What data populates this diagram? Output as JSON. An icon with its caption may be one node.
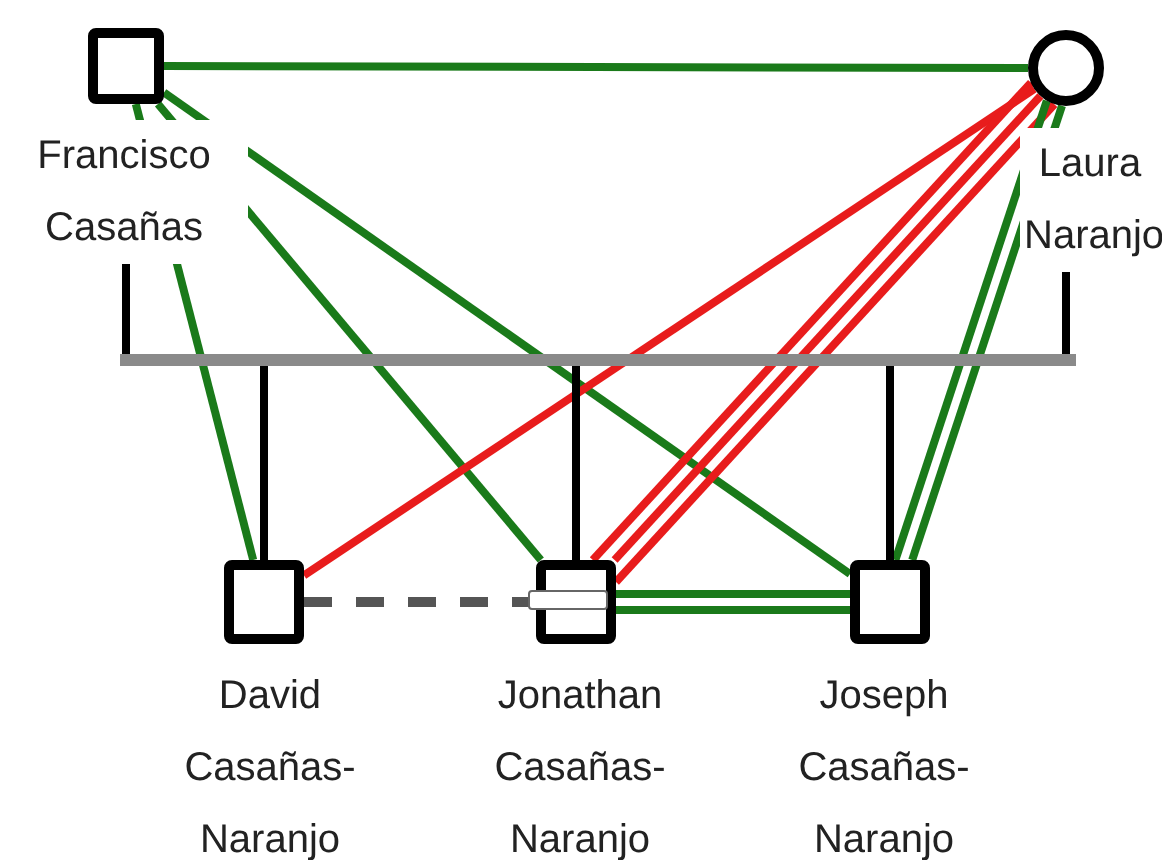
{
  "diagram": {
    "nodes": [
      {
        "text": [
          "Francisco Casañas"
        ]
      },
      {
        "text": [
          "Laura Naranjo"
        ]
      },
      {
        "text": [],
        "shape": "bar"
      },
      {
        "text": [
          "David Casañas-Naranjo"
        ]
      },
      {
        "text": [
          "Jonathan Casañas-Naranjo"
        ]
      },
      {
        "text": [
          "Joseph Casañas-Naranjo"
        ]
      }
    ],
    "edges": [
      {
        "from": 0,
        "to": 1,
        "arrow": "none"
      },
      {
        "from": 0,
        "to": 3,
        "arrow": "none"
      },
      {
        "from": 0,
        "to": 4,
        "arrow": "none"
      },
      {
        "from": 0,
        "to": 5,
        "arrow": "none"
      },
      {
        "from": 1,
        "to": 3,
        "arrow": "none",
        "color": "#e81c1c"
      },
      {
        "from": 1,
        "to": 4,
        "arrow": "none",
        "color": "#e81c1c"
      },
      {
        "from": 1,
        "to": 4,
        "arrow": "none",
        "color": "#e81c1c"
      },
      {
        "from": 1,
        "to": 4,
        "arrow": "none",
        "color": "#e81c1c"
      },
      {
        "from": 1,
        "to": 5,
        "arrow": "none"
      },
      {
        "from": 1,
        "to": 5,
        "arrow": "none"
      },
      {
        "from": 4,
        "to": 5,
        "arrow": "none"
      },
      {
        "from": 4,
        "to": 5,
        "arrow": "none"
      },
      {
        "from": 3,
        "to": 4,
        "arrow": "none",
        "style": "dashed",
        "color": "#555555"
      },
      {
        "from": 0,
        "to": 2,
        "arrow": "none",
        "color": "#000000"
      },
      {
        "from": 1,
        "to": 2,
        "arrow": "none",
        "color": "#000000"
      },
      {
        "from": 2,
        "to": 3,
        "arrow": "none",
        "color": "#000000"
      },
      {
        "from": 2,
        "to": 4,
        "arrow": "none",
        "color": "#000000"
      },
      {
        "from": 2,
        "to": 5,
        "arrow": "none",
        "color": "#000000"
      }
    ]
  }
}
